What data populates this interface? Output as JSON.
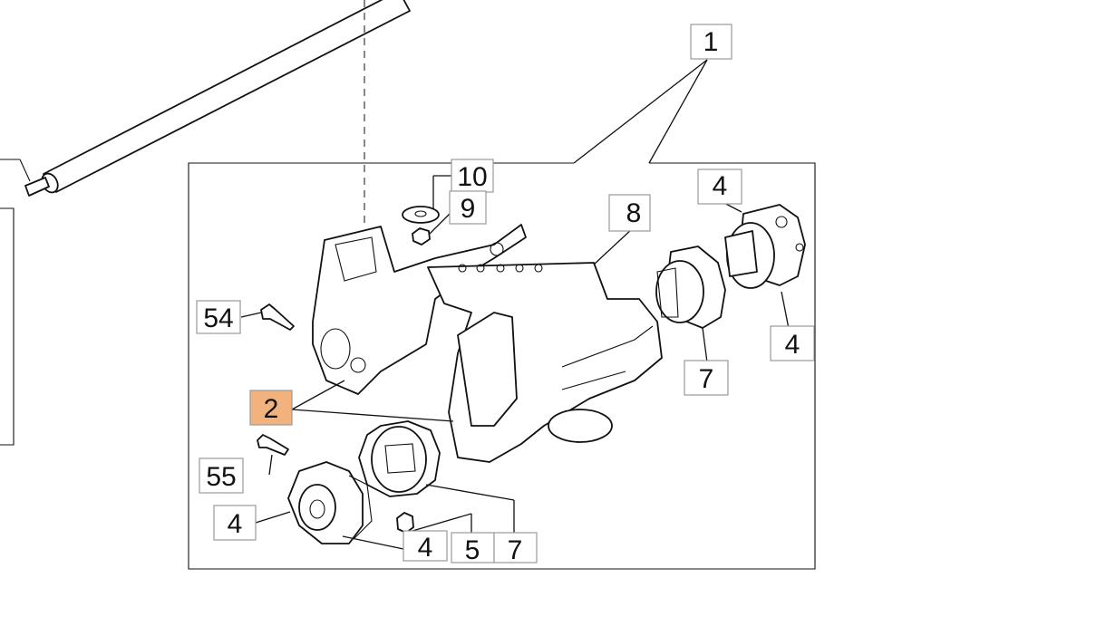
{
  "diagram": {
    "labels": {
      "l1": "1",
      "l2": "2",
      "l4a": "4",
      "l4b": "4",
      "l4c": "4",
      "l4d": "4",
      "l5": "5",
      "l7a": "7",
      "l7b": "7",
      "l8": "8",
      "l9": "9",
      "l10": "10",
      "l54": "54",
      "l55": "55"
    },
    "highlight_color": "#f2b27d"
  }
}
